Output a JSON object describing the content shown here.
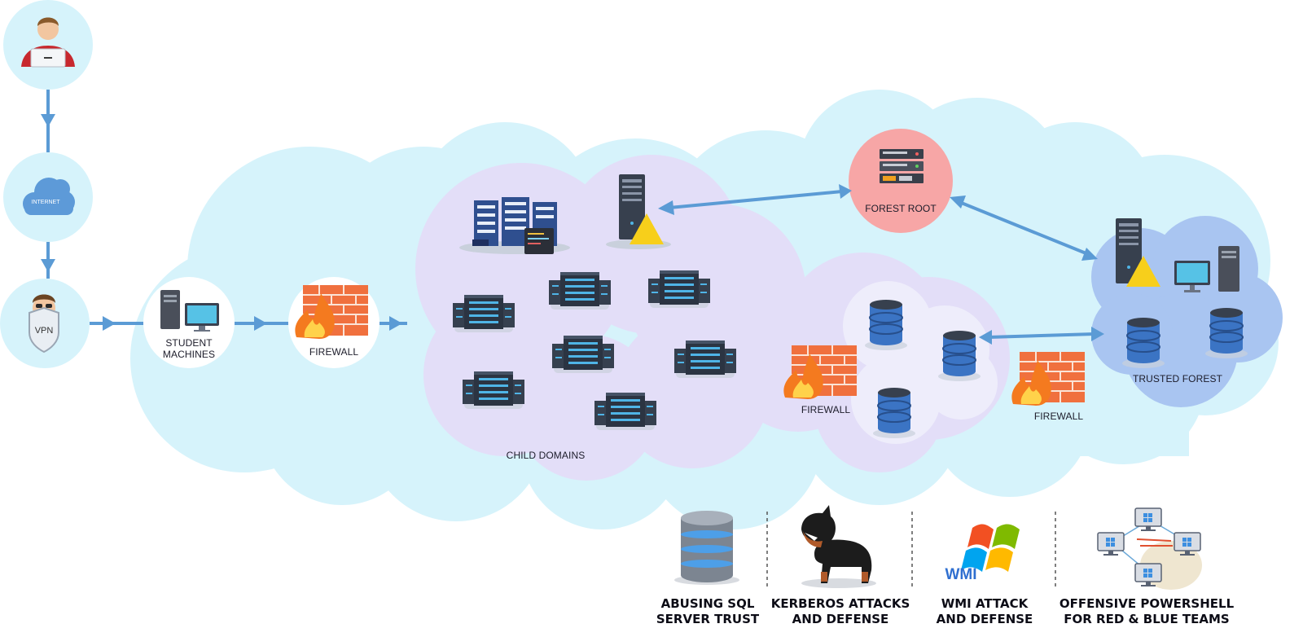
{
  "nodes": {
    "vpn": "VPN",
    "internet": "INTERNET",
    "student_machines_line1": "STUDENT",
    "student_machines_line2": "MACHINES",
    "firewall_entry": "FIREWALL",
    "forest_root": "FOREST ROOT",
    "child_domains": "CHILD DOMAINS",
    "firewall_child": "FIREWALL",
    "firewall_trust": "FIREWALL",
    "trusted_forest": "TRUSTED FOREST"
  },
  "topics": [
    {
      "line1": "ABUSING SQL",
      "line2": "SERVER TRUST",
      "icon": "sql-database-icon"
    },
    {
      "line1": "KERBEROS ATTACKS",
      "line2": "AND DEFENSE",
      "icon": "guard-dog-icon"
    },
    {
      "line1": "WMI ATTACK",
      "line2": "AND DEFENSE",
      "icon": "windows-wmi-icon",
      "logo_text": "WMI"
    },
    {
      "line1": "OFFENSIVE POWERSHELL",
      "line2": "FOR RED & BLUE TEAMS",
      "icon": "network-attack-icon"
    }
  ],
  "colors": {
    "cloud": "#d6f3fb",
    "circle": "#d6f3fb",
    "arrow": "#5b9bd5",
    "child_zone": "#e3def8",
    "forest_root": "#f7a6a6",
    "trusted_forest": "#a9c5f1",
    "firewall": "#f0703e"
  }
}
